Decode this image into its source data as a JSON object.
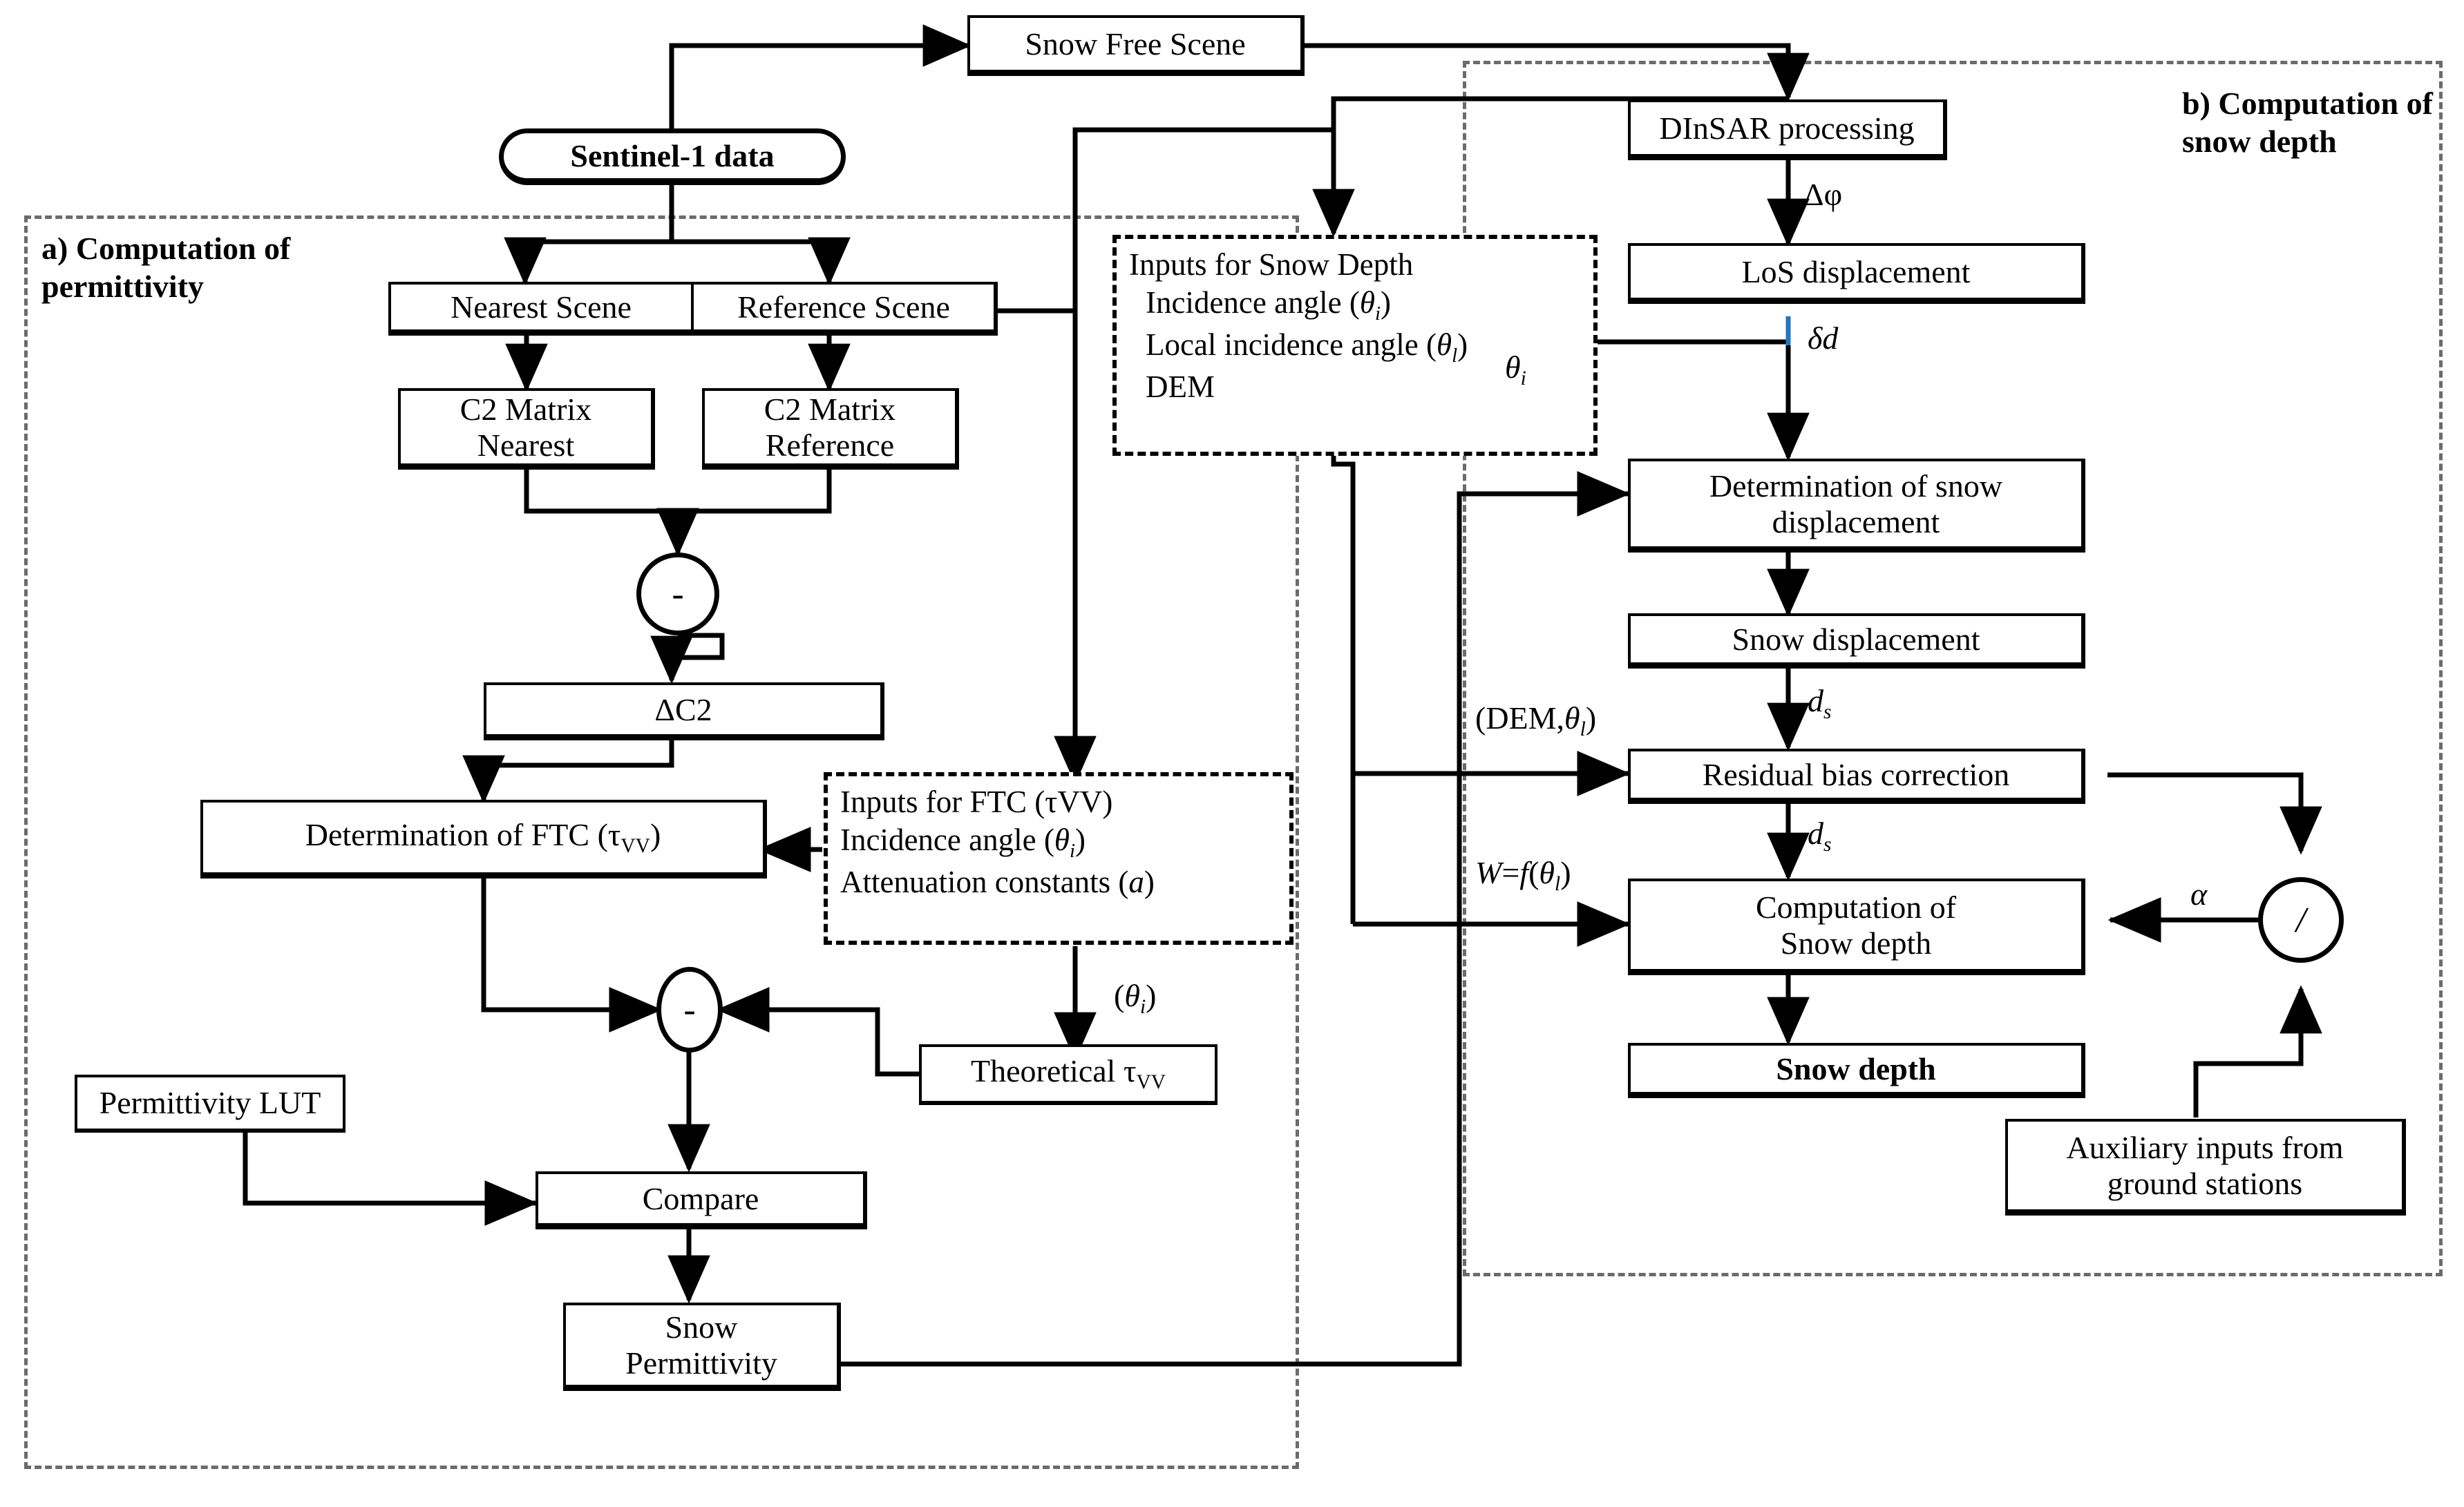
{
  "figure": {
    "type": "flowchart",
    "title": "Snow permittivity and snow depth retrieval workflow"
  },
  "sections": [
    {
      "id": "a",
      "label": "a) Computation of\n     permittivity"
    },
    {
      "id": "b",
      "label": "b) Computation of\nsnow depth"
    }
  ],
  "nodes": {
    "snow_free_scene": "Snow Free Scene",
    "sentinel1": "Sentinel-1 data",
    "nearest_scene": "Nearest Scene",
    "reference_scene": "Reference Scene",
    "c2_nearest": "C2 Matrix\nNearest",
    "c2_reference": "C2 Matrix\nReference",
    "delta_c2": "ΔC2",
    "determination_ftc": "Determination of FTC (τ",
    "determination_ftc_sub": "VV",
    "determination_ftc_end": ")",
    "theoretical_tau": "Theoretical τ",
    "theoretical_tau_sub": "VV",
    "permittivity_lut": "Permittivity LUT",
    "compare": "Compare",
    "snow_permittivity": "Snow\nPermittivity",
    "dinsar": "DInSAR processing",
    "los_displacement": "LoS displacement",
    "determination_snow_disp": "Determination of snow\ndisplacement",
    "snow_displacement": "Snow displacement",
    "residual_bias": "Residual bias correction",
    "computation_snow_depth": "Computation of\nSnow depth",
    "snow_depth": "Snow depth",
    "auxiliary_inputs": "Auxiliary inputs from\nground stations"
  },
  "input_groups": {
    "snow_depth_inputs": {
      "header": "Inputs for Snow Depth",
      "items": [
        "Incidence angle (θi)",
        "Local incidence angle (θl)",
        "DEM"
      ]
    },
    "ftc_inputs": {
      "header": "Inputs for FTC (τVV)",
      "items": [
        "Incidence angle (θi)",
        "Attenuation constants (a)"
      ]
    }
  },
  "operators": {
    "subtract_c2": "-",
    "subtract_tau": "-",
    "divide": "/"
  },
  "edge_labels": {
    "delta_phi": "Δφ",
    "delta_d": "δd",
    "theta_i_los": "θi",
    "d_s_1": "ds",
    "d_s_2": "ds",
    "dem_theta_l": "(DEM,θl)",
    "w_f_theta_l": "W=f(θl)",
    "alpha": "α",
    "theta_i_paren": "(θi)"
  },
  "colors": {
    "line": "#000000",
    "section_frame": "#6b6b6b",
    "accent_blue": "#1f77c4",
    "background": "#ffffff"
  }
}
